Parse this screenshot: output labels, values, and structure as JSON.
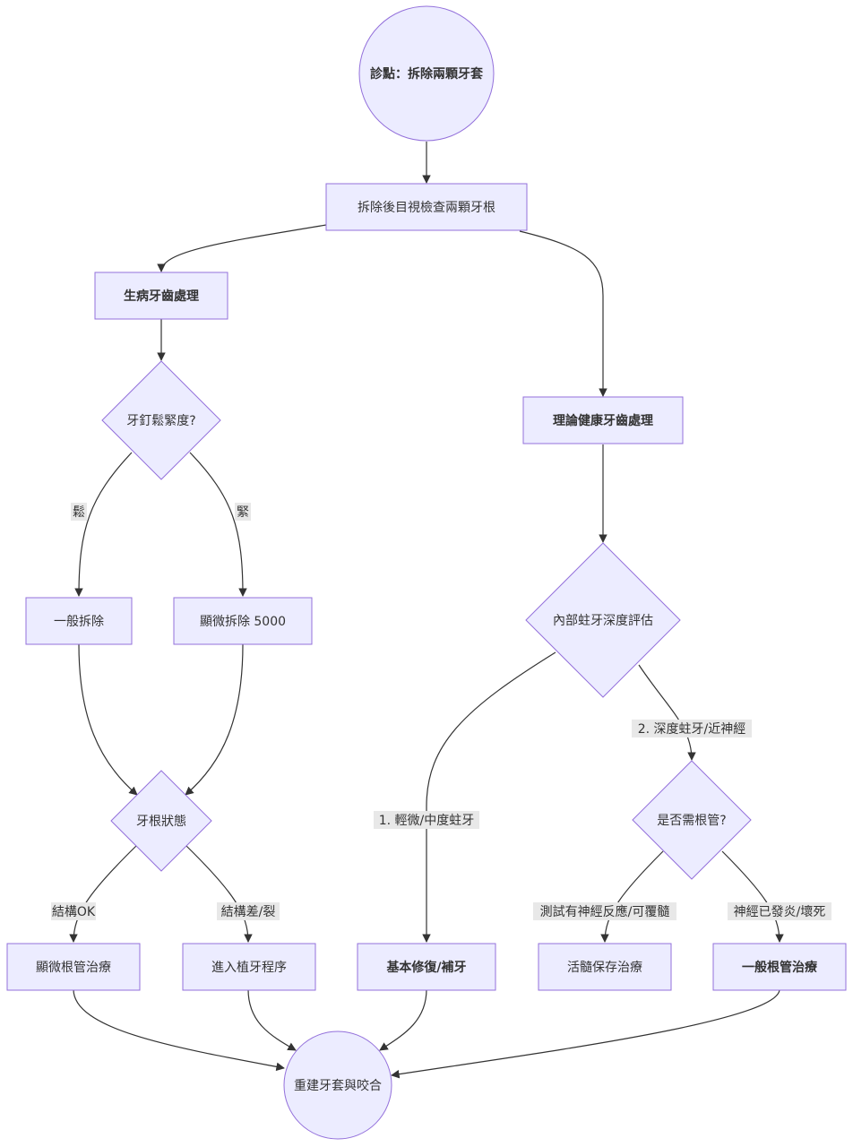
{
  "nodes": {
    "start": "診點：拆除兩顆牙套",
    "inspect": "拆除後目視檢查兩顆牙根",
    "diseased": "生病牙齒處理",
    "healthy": "理論健康牙齒處理",
    "post_tightness": "牙釘鬆緊度?",
    "normal_removal": "一般拆除",
    "micro_removal": "顯微拆除 5000",
    "root_status": "牙根狀態",
    "micro_rct": "顯微根管治療",
    "implant": "進入植牙程序",
    "caries_eval": "內部蛀牙深度評估",
    "need_rct": "是否需根管?",
    "basic_repair": "基本修復/補牙",
    "vital_pulp": "活髓保存治療",
    "general_rct": "一般根管治療",
    "rebuild": "重建牙套與咬合"
  },
  "edge_labels": {
    "loose": "鬆",
    "tight": "緊",
    "structure_ok": "結構OK",
    "structure_poor": "結構差/裂",
    "mild_caries": "1. 輕微/中度蛀牙",
    "deep_caries": "2. 深度蛀牙/近神經",
    "nerve_responsive": "測試有神經反應/可覆髓",
    "nerve_inflamed": "神經已發炎/壞死"
  }
}
